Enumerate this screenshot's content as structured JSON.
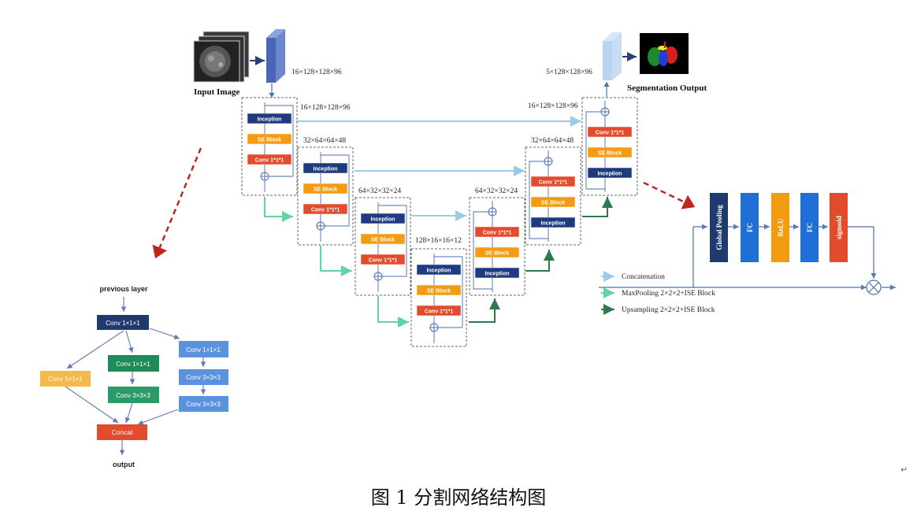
{
  "input_label": "Input Image",
  "output_label": "Segmentation Output",
  "dims": {
    "input": "16×128×128×96",
    "enc1": "16×128×128×96",
    "enc2": "32×64×64×48",
    "enc3": "64×32×32×24",
    "bottleneck": "128×16×16×12",
    "dec3": "64×32×32×24",
    "dec2": "32×64×64×48",
    "dec1": "16×128×128×96",
    "output": "5×128×128×96"
  },
  "block_labels": {
    "inception": "Inception",
    "se": "SE Block",
    "conv": "Conv 1*1*1"
  },
  "legend": {
    "concat": "Concatenation",
    "maxpool": "MaxPooling 2×2×2+ISE Block",
    "upsample": "Upsampling 2×2×2+ISE Block"
  },
  "se_detail": {
    "global_pooling": "Global Pooling",
    "fc1": "FC",
    "relu": "ReLU",
    "fc2": "FC",
    "sigmoid": "sigmoid"
  },
  "inception_detail": {
    "previous": "previous layer",
    "conv_top": "Conv 1×1×1",
    "b1": "Conv 1×1×1",
    "b2a": "Conv 1×1×1",
    "b2b": "Conv 3×3×3",
    "b3a": "Conv 1×1×1",
    "b3b": "Conv 3×3×3",
    "b3c": "Conv 3×3×3",
    "concat": "Concat",
    "output": "output"
  },
  "caption": "图 1  分割网络结构图",
  "colors": {
    "navy": "#1f3b80",
    "orange": "#f39c12",
    "red": "#e24b2b",
    "light_blue_arrow": "#9ccbe8",
    "mint_arrow": "#5fd6a0",
    "dark_green_arrow": "#2c7a4a",
    "blue_fc": "#1f6fd6",
    "dark_red_arrow": "#c0261f"
  }
}
